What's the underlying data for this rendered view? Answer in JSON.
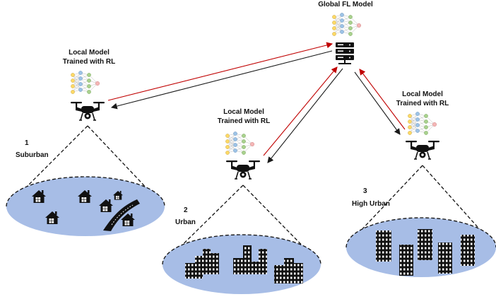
{
  "global": {
    "title": "Global FL Model"
  },
  "agents": [
    {
      "number": "1",
      "area": "Suburban",
      "model_line1": "Local Model",
      "model_line2": "Trained with RL"
    },
    {
      "number": "2",
      "area": "Urban",
      "model_line1": "Local Model",
      "model_line2": "Trained with RL"
    },
    {
      "number": "3",
      "area": "High Urban",
      "model_line1": "Local Model",
      "model_line2": "Trained with RL"
    }
  ],
  "colors": {
    "uplink": "#c00000",
    "downlink": "#1a1a1a",
    "zone_fill": "#a7bde6",
    "nn_input": "#ffd966",
    "nn_hidden1": "#9dc3e6",
    "nn_hidden2": "#a9d18e",
    "nn_output": "#f4b6b6"
  },
  "icons": [
    "server-icon",
    "drone-icon",
    "neural-network-icon",
    "house-icon",
    "building-icon",
    "road-icon"
  ]
}
